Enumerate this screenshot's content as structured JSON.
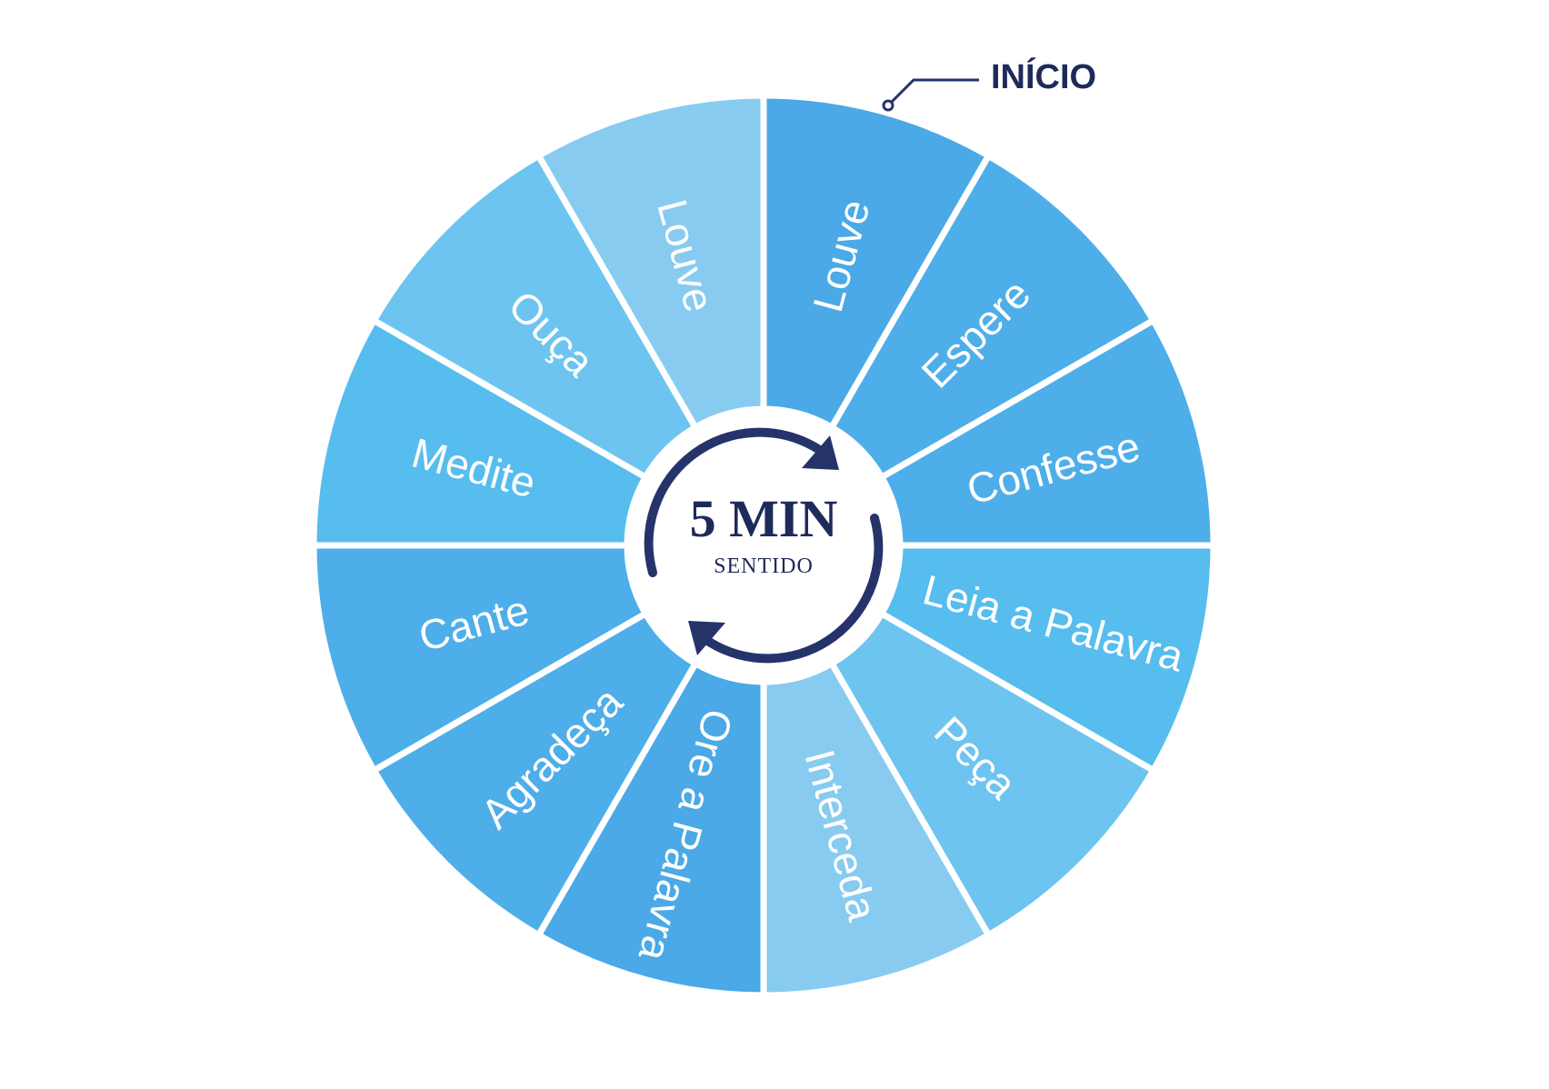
{
  "start_label": "INÍCIO",
  "center": {
    "title": "5 MIN",
    "subtitle": "SENTIDO"
  },
  "segments": [
    {
      "label": "Louve",
      "color": "#4aa9e6"
    },
    {
      "label": "Espere",
      "color": "#4eaee9"
    },
    {
      "label": "Confesse",
      "color": "#4eaee9"
    },
    {
      "label": "Leia a Palavra",
      "color": "#56bdee"
    },
    {
      "label": "Peça",
      "color": "#6ec4f0"
    },
    {
      "label": "Interceda",
      "color": "#88cbf0"
    },
    {
      "label": "Ore a Palavra",
      "color": "#4aa9e6"
    },
    {
      "label": "Agradeça",
      "color": "#4eaee9"
    },
    {
      "label": "Cante",
      "color": "#4eaee9"
    },
    {
      "label": "Medite",
      "color": "#56bdee"
    },
    {
      "label": "Ouça",
      "color": "#6ec4f0"
    },
    {
      "label": "Louve",
      "color": "#88cbf0"
    }
  ],
  "colors": {
    "ring": "#26336b",
    "divider": "#ffffff",
    "start_line": "#26336b"
  }
}
